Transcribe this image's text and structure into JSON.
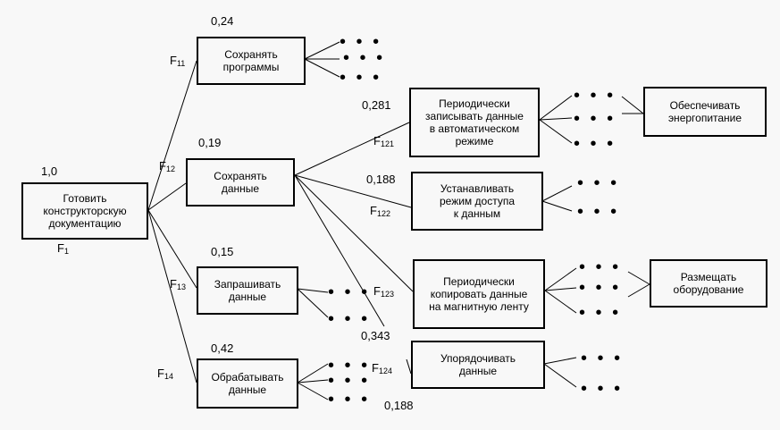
{
  "nodes": {
    "f1": {
      "text": "Готовить\nконструкторскую\nдокументацию",
      "label_main": "F",
      "label_sub": "1",
      "weight": "1,0"
    },
    "f11": {
      "text": "Сохранять\nпрограммы",
      "label_main": "F",
      "label_sub": "11",
      "weight": "0,24"
    },
    "f12": {
      "text": "Сохранять\nданные",
      "label_main": "F",
      "label_sub": "12",
      "weight": "0,19"
    },
    "f13": {
      "text": "Запрашивать\nданные",
      "label_main": "F",
      "label_sub": "13",
      "weight": "0,15"
    },
    "f14": {
      "text": "Обрабатывать\nданные",
      "label_main": "F",
      "label_sub": "14",
      "weight": "0,42"
    },
    "f121": {
      "text": "Периодически\nзаписывать данные\nв автоматическом\nрежиме",
      "label_main": "F",
      "label_sub": "121",
      "weight": "0,281"
    },
    "f122": {
      "text": "Устанавливать\nрежим доступа\nк данным",
      "label_main": "F",
      "label_sub": "122",
      "weight": "0,188"
    },
    "f123": {
      "text": "Периодически\nкопировать данные\nна магнитную ленту",
      "label_main": "F",
      "label_sub": "123",
      "weight": "0,343"
    },
    "f124": {
      "text": "Упорядочивать\nданные",
      "label_main": "F",
      "label_sub": "124",
      "weight": "0,188"
    },
    "power": {
      "text": "Обеспечивать\nэнергопитание"
    },
    "equip": {
      "text": "Размещать\nоборудование"
    }
  },
  "ellipsis": "• • •"
}
